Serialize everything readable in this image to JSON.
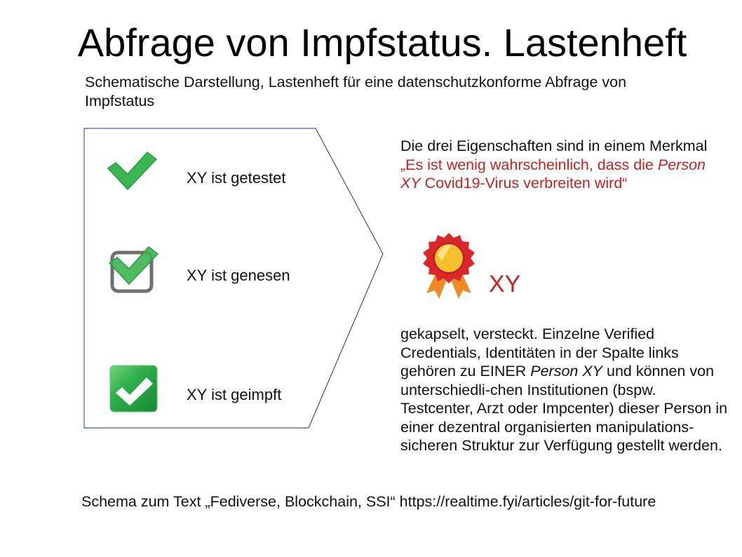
{
  "title": "Abfrage von Impfstatus. Lastenheft",
  "subtitle": "Schematische Darstellung, Lastenheft für eine datenschutzkonforme Abfrage von Impfstatus",
  "items": [
    {
      "label": "XY ist getestet",
      "icon": "green-check-icon"
    },
    {
      "label": "XY ist genesen",
      "icon": "checkbox-checked-icon"
    },
    {
      "label": "XY ist geimpft",
      "icon": "green-square-check-icon"
    }
  ],
  "right": {
    "intro": "Die drei Eigenschaften sind in einem Merkmal ",
    "quote_a": "„Es ist wenig wahrscheinlich, dass die ",
    "quote_person": "Person XY",
    "quote_b": " Covid19-Virus verbreiten wird“",
    "badge_label": "XY",
    "body_a": "gekapselt, versteckt. Einzelne Verified Credentials, Identitäten in der Spalte links gehören zu EINER ",
    "body_person": "Person XY",
    "body_b": " und können von unterschiedli-chen Institutionen (bspw. Testcenter, Arzt oder Impcenter) dieser Person in einer dezentral organisierten manipulations-sicheren Struktur zur Verfügung gestellt werden."
  },
  "footer": "Schema zum Text „Fediverse, Blockchain, SSI“ https://realtime.fyi/articles/git-for-future",
  "colors": {
    "accent_red": "#c9211e",
    "green": "#2fae4a",
    "shape_border": "#3465a4"
  }
}
